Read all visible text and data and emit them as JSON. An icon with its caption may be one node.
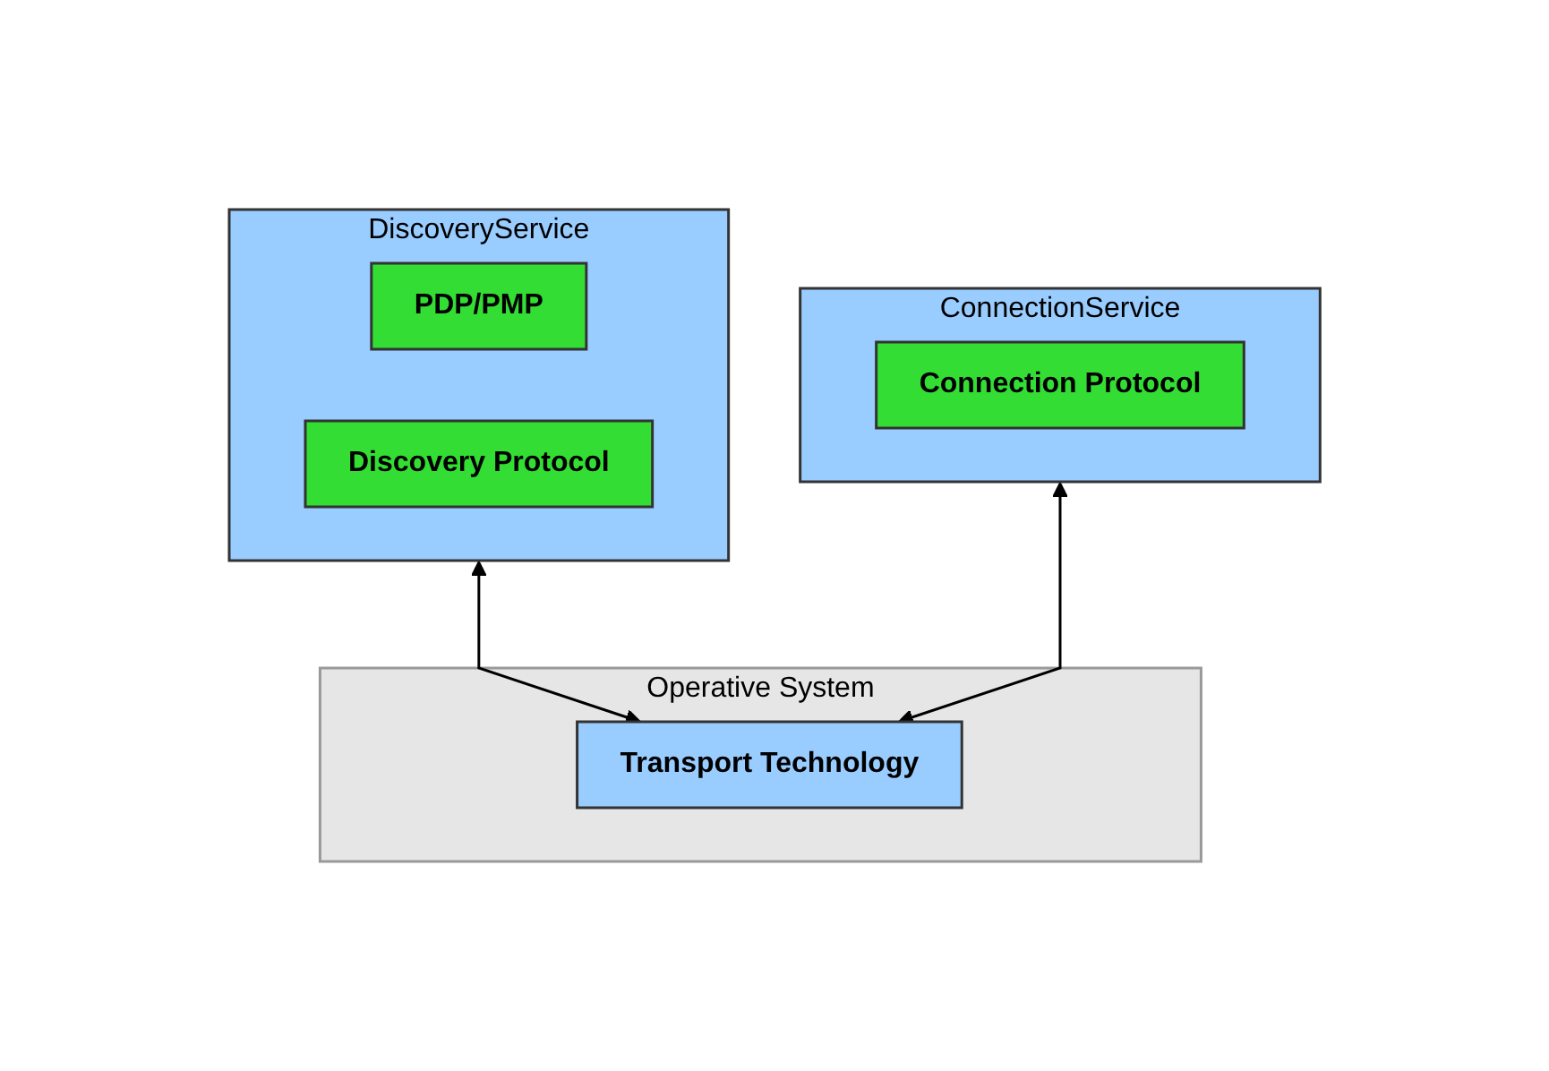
{
  "diagram": {
    "nodes": [
      {
        "text": [
          "DiscoveryService"
        ]
      },
      {
        "text": [
          "PDP/PMP"
        ],
        "in": 0
      },
      {
        "text": [
          "Discovery Protocol"
        ],
        "in": 0
      },
      {
        "text": [
          "ConnectionService"
        ]
      },
      {
        "text": [
          "Connection Protocol"
        ],
        "in": 3
      },
      {
        "text": [
          "Operative System"
        ]
      },
      {
        "text": [
          "Transport Technology"
        ],
        "in": 5
      }
    ],
    "edges": [
      {
        "from": 0,
        "to": 6,
        "arrow": "both"
      },
      {
        "from": 3,
        "to": 6,
        "arrow": "both"
      }
    ]
  }
}
